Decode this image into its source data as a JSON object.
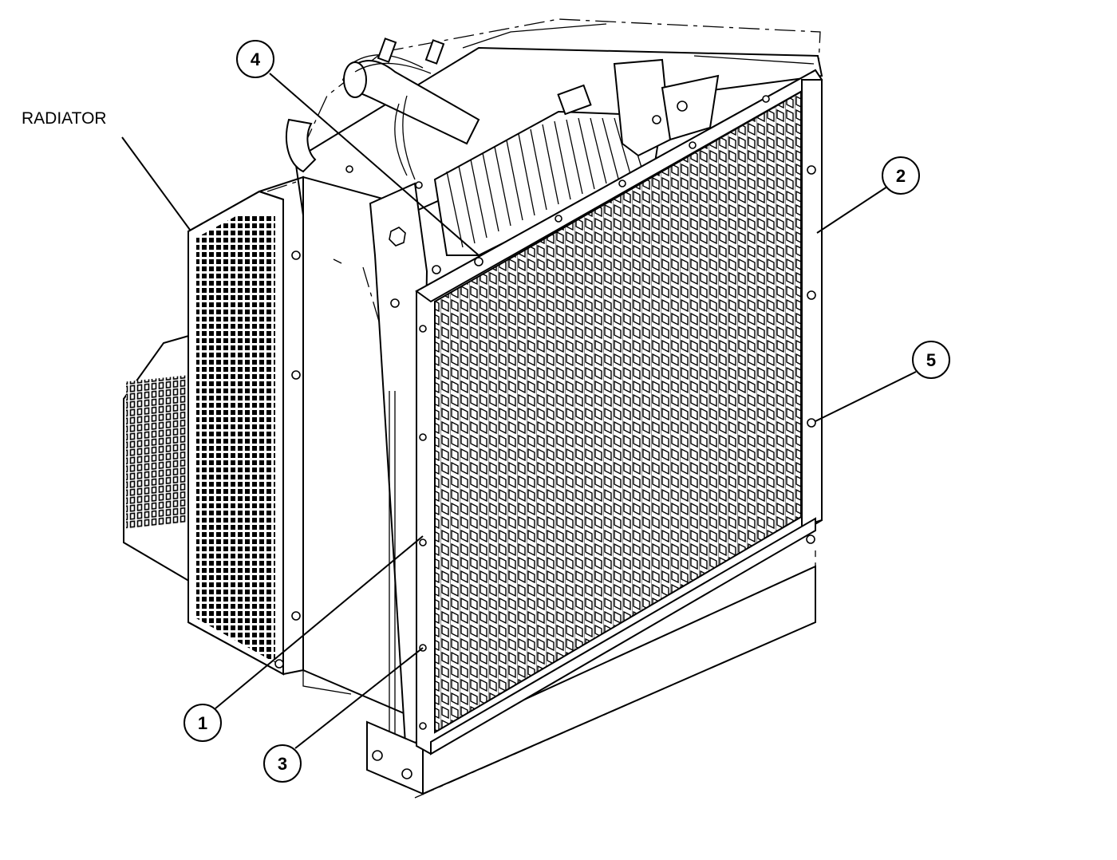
{
  "title_label": "RADIATOR",
  "callouts": [
    {
      "id": "1",
      "text": "1"
    },
    {
      "id": "2",
      "text": "2"
    },
    {
      "id": "3",
      "text": "3"
    },
    {
      "id": "4",
      "text": "4"
    },
    {
      "id": "5",
      "text": "5"
    }
  ],
  "colors": {
    "line": "#000000",
    "background": "#ffffff"
  }
}
